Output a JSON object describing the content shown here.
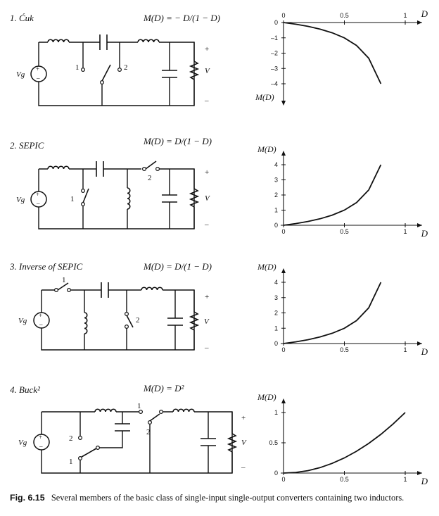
{
  "converters": [
    {
      "title": "1. Ćuk",
      "formula": "M(D) = − D/(1 − D)"
    },
    {
      "title": "2. SEPIC",
      "formula": "M(D) = D/(1 − D)"
    },
    {
      "title": "3. Inverse of SEPIC",
      "formula": "M(D) = D/(1 − D)"
    },
    {
      "title": "4. Buck²",
      "formula": "M(D) = D²"
    }
  ],
  "labels": {
    "source": "Vg",
    "output": "V",
    "plus": "+",
    "minus": "–",
    "switch1": "1",
    "switch2": "2"
  },
  "caption": {
    "figure": "Fig. 6.15",
    "text": "Several members of the basic class of single-input single-output converters containing two inductors."
  },
  "chart_data": [
    {
      "type": "line",
      "title": "",
      "xlabel": "D",
      "ylabel": "M(D)",
      "xlim": [
        0,
        1
      ],
      "ylim": [
        -4,
        0
      ],
      "x_ticks": [
        "0",
        "0.5",
        "1"
      ],
      "y_ticks": [
        "0",
        "–1",
        "–2",
        "–3",
        "–4"
      ],
      "series": [
        {
          "x": [
            0,
            0.1,
            0.2,
            0.3,
            0.4,
            0.5,
            0.6,
            0.7,
            0.8
          ],
          "y": [
            0,
            -0.11,
            -0.25,
            -0.43,
            -0.67,
            -1.0,
            -1.5,
            -2.33,
            -4.0
          ]
        }
      ]
    },
    {
      "type": "line",
      "title": "",
      "xlabel": "D",
      "ylabel": "M(D)",
      "xlim": [
        0,
        1
      ],
      "ylim": [
        0,
        4
      ],
      "x_ticks": [
        "0",
        "0.5",
        "1"
      ],
      "y_ticks": [
        "0",
        "1",
        "2",
        "3",
        "4"
      ],
      "series": [
        {
          "x": [
            0,
            0.1,
            0.2,
            0.3,
            0.4,
            0.5,
            0.6,
            0.7,
            0.8
          ],
          "y": [
            0,
            0.11,
            0.25,
            0.43,
            0.67,
            1.0,
            1.5,
            2.33,
            4.0
          ]
        }
      ]
    },
    {
      "type": "line",
      "title": "",
      "xlabel": "D",
      "ylabel": "M(D)",
      "xlim": [
        0,
        1
      ],
      "ylim": [
        0,
        4
      ],
      "x_ticks": [
        "0",
        "0.5",
        "1"
      ],
      "y_ticks": [
        "0",
        "1",
        "2",
        "3",
        "4"
      ],
      "series": [
        {
          "x": [
            0,
            0.1,
            0.2,
            0.3,
            0.4,
            0.5,
            0.6,
            0.7,
            0.8
          ],
          "y": [
            0,
            0.11,
            0.25,
            0.43,
            0.67,
            1.0,
            1.5,
            2.33,
            4.0
          ]
        }
      ]
    },
    {
      "type": "line",
      "title": "",
      "xlabel": "D",
      "ylabel": "M(D)",
      "xlim": [
        0,
        1
      ],
      "ylim": [
        0,
        1
      ],
      "x_ticks": [
        "0",
        "0.5",
        "1"
      ],
      "y_ticks": [
        "0",
        "0.5",
        "1"
      ],
      "series": [
        {
          "x": [
            0,
            0.1,
            0.2,
            0.3,
            0.4,
            0.5,
            0.6,
            0.7,
            0.8,
            0.9,
            1.0
          ],
          "y": [
            0,
            0.01,
            0.04,
            0.09,
            0.16,
            0.25,
            0.36,
            0.49,
            0.64,
            0.81,
            1.0
          ]
        }
      ]
    }
  ]
}
